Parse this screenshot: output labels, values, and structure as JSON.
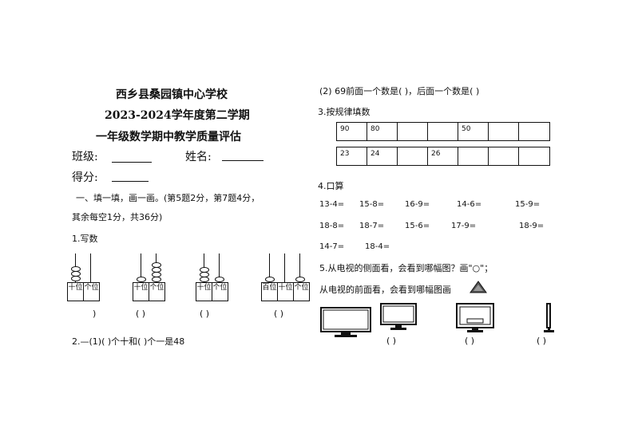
{
  "header": {
    "school": "西乡县桑园镇中心学校",
    "term": "2023-2024学年度第二学期",
    "exam": "一年级数学期中教学质量评估",
    "class_label": "班级:",
    "name_label": "姓名:",
    "score_label": "得分:"
  },
  "section1": {
    "heading": "一、填一填，画一画。(第5题2分，第7题4分，",
    "heading_cont": "其余每空1分，共36分)"
  },
  "q1": {
    "label": "1.写数",
    "abaci": [
      {
        "cells": [
          "十位",
          "个位"
        ],
        "answer": ")"
      },
      {
        "cells": [
          "十位",
          "个位"
        ],
        "answer": "(        )"
      },
      {
        "cells": [
          "十位",
          "个位"
        ],
        "answer": "(        )"
      },
      {
        "cells": [
          "百位",
          "十位",
          "个位"
        ],
        "answer": "(        )"
      }
    ]
  },
  "q2": {
    "part1": "2.—(1)(        )个十和(    )个一是48",
    "part2": "(2) 69前面一个数是(  )，后面一个数是(    )"
  },
  "q3": {
    "label": "3.按规律填数",
    "row1": [
      "90",
      "80",
      "",
      "",
      "50",
      "",
      ""
    ],
    "row2": [
      "23",
      "24",
      "",
      "26",
      "",
      "",
      ""
    ]
  },
  "q4": {
    "label": "4.口算",
    "items": [
      "13-4=",
      "15-8=",
      "16-9=",
      "14-6=",
      "15-9=",
      "18-8=",
      "18-7=",
      "15-6=",
      "17-9=",
      "18-9=",
      "14-7=",
      "18-4="
    ]
  },
  "q5": {
    "line1": "5.从电视的侧面看，会看到哪幅图？画\"○\"；",
    "line2": "从电视的前面看，会看到哪幅图画",
    "blanks": [
      "(    )",
      "(    )",
      "(    )"
    ]
  }
}
